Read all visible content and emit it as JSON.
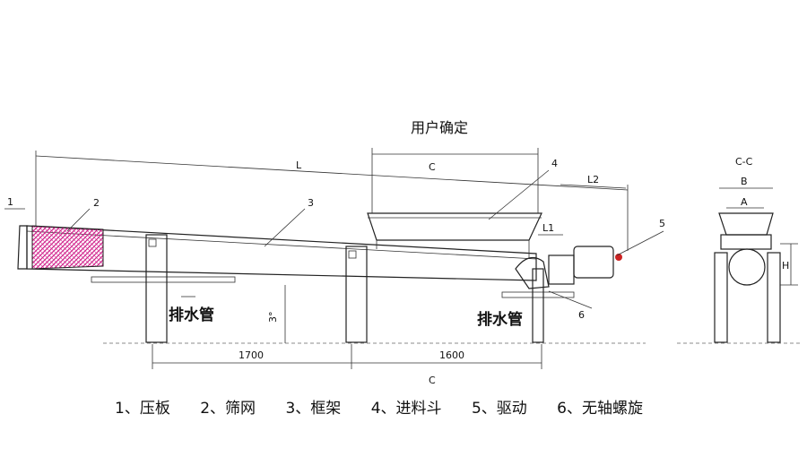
{
  "labels": {
    "user_defined": "用户确定",
    "L": "L",
    "L1": "L1",
    "L2": "L2",
    "section_cc": "C-C",
    "B": "B",
    "A": "A",
    "H": "H",
    "C_top": "C",
    "C_bottom": "C",
    "angle": "3°",
    "drain_left": "排水管",
    "drain_right": "排水管",
    "dim_1700": "1700",
    "dim_1600": "1600",
    "n1": "1",
    "n2": "2",
    "n3": "3",
    "n4": "4",
    "n5": "5",
    "n6": "6"
  },
  "legend": [
    "1、压板",
    "2、筛网",
    "3、框架",
    "4、进料斗",
    "5、驱动",
    "6、无轴螺旋"
  ],
  "colors": {
    "screen_mesh": "#d0208a",
    "motor_red": "#cc2222",
    "line": "#222222"
  }
}
